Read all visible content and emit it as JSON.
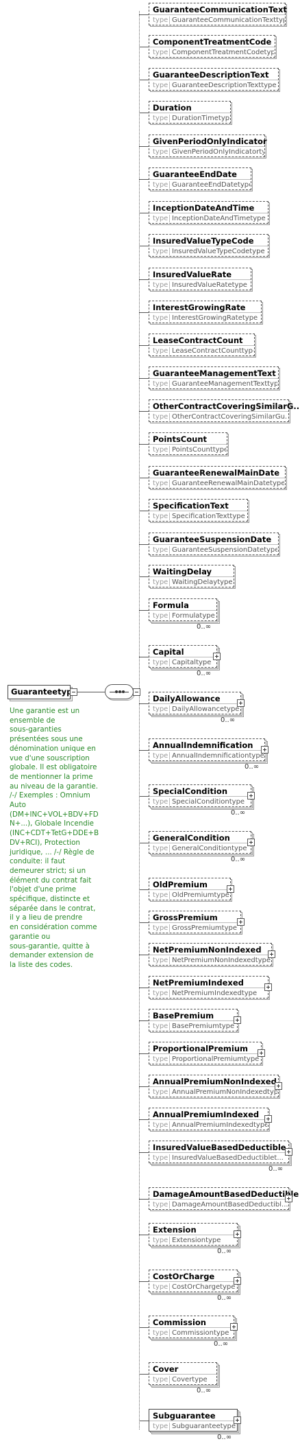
{
  "root": {
    "name": "Guaranteetype"
  },
  "documentation_lines": [
    "Une garantie est un",
    "ensemble de",
    "sous-garanties",
    "présentées sous une",
    "dénomination unique en",
    "vue d'une souscription",
    "globale. Il est obligatoire",
    "de mentionner la prime",
    "au niveau de la garantie.",
    "/-/ Exemples : Omnium",
    "Auto",
    "(DM+INC+VOL+BDV+FD",
    "N+...), Globale Incendie",
    "(INC+CDT+TetG+DDE+B",
    "DV+RCI), Protection",
    "juridique, ... /-/ Règle de",
    "conduite: il faut",
    "demeurer strict; si un",
    "élément du contrat fait",
    "l'objet d'une prime",
    "spécifique, distincte et",
    "séparée dans le contrat,",
    "il y a lieu de prendre",
    "en considération comme",
    "garantie ou",
    "sous-garantie, quitte à",
    "demander extension de",
    "la liste des codes."
  ],
  "type_label": "type",
  "elements": [
    {
      "name": "GuaranteeCommunicationText",
      "type": "GuaranteeCommunicationTexttype",
      "optional": true
    },
    {
      "name": "ComponentTreatmentCode",
      "type": "ComponentTreatmentCodetype",
      "optional": true
    },
    {
      "name": "GuaranteeDescriptionText",
      "type": "GuaranteeDescriptionTexttype",
      "optional": true
    },
    {
      "name": "Duration",
      "type": "DurationTimetype",
      "optional": true
    },
    {
      "name": "GivenPeriodOnlyIndicator",
      "type": "GivenPeriodOnlyIndicatortype",
      "optional": true
    },
    {
      "name": "GuaranteeEndDate",
      "type": "GuaranteeEndDatetype",
      "optional": true
    },
    {
      "name": "InceptionDateAndTime",
      "type": "InceptionDateAndTimetype",
      "optional": true
    },
    {
      "name": "InsuredValueTypeCode",
      "type": "InsuredValueTypeCodetype",
      "optional": true
    },
    {
      "name": "InsuredValueRate",
      "type": "InsuredValueRatetype",
      "optional": true
    },
    {
      "name": "InterestGrowingRate",
      "type": "InterestGrowingRatetype",
      "optional": true
    },
    {
      "name": "LeaseContractCount",
      "type": "LeaseContractCounttype",
      "optional": true
    },
    {
      "name": "GuaranteeManagementText",
      "type": "GuaranteeManagementTexttype",
      "optional": true
    },
    {
      "name": "OtherContractCoveringSimilarG...",
      "type": "OtherContractCoveringSimilarGu...",
      "optional": true
    },
    {
      "name": "PointsCount",
      "type": "PointsCounttype",
      "optional": true
    },
    {
      "name": "GuaranteeRenewalMainDate",
      "type": "GuaranteeRenewalMainDatetype",
      "optional": true
    },
    {
      "name": "SpecificationText",
      "type": "SpecificationTexttype",
      "optional": true
    },
    {
      "name": "GuaranteeSuspensionDate",
      "type": "GuaranteeSuspensionDatetype",
      "optional": true
    },
    {
      "name": "WaitingDelay",
      "type": "WaitingDelaytype",
      "optional": true
    },
    {
      "name": "Formula",
      "type": "Formulatype",
      "optional": true,
      "occurs": "0..∞"
    },
    {
      "name": "Capital",
      "type": "Capitaltype",
      "optional": true,
      "occurs": "0..∞",
      "expandable": true
    },
    {
      "name": "DailyAllowance",
      "type": "DailyAllowancetype",
      "optional": true,
      "occurs": "0..∞",
      "expandable": true
    },
    {
      "name": "AnnualIndemnification",
      "type": "AnnualIndemnificationtype",
      "optional": true,
      "occurs": "0..∞",
      "expandable": true
    },
    {
      "name": "SpecialCondition",
      "type": "SpecialConditiontype",
      "optional": true,
      "occurs": "0..∞",
      "expandable": true
    },
    {
      "name": "GeneralCondition",
      "type": "GeneralConditiontype",
      "optional": true,
      "occurs": "0..∞",
      "expandable": true
    },
    {
      "name": "OldPremium",
      "type": "OldPremiumtype",
      "optional": true,
      "expandable": true
    },
    {
      "name": "GrossPremium",
      "type": "GrossPremiumtype",
      "optional": true,
      "expandable": true
    },
    {
      "name": "NetPremiumNonIndexed",
      "type": "NetPremiumNonIndexedtype",
      "optional": true,
      "expandable": true
    },
    {
      "name": "NetPremiumIndexed",
      "type": "NetPremiumIndexedtype",
      "optional": true,
      "expandable": true
    },
    {
      "name": "BasePremium",
      "type": "BasePremiumtype",
      "optional": true,
      "expandable": true
    },
    {
      "name": "ProportionalPremium",
      "type": "ProportionalPremiumtype",
      "optional": true,
      "expandable": true
    },
    {
      "name": "AnnualPremiumNonIndexed",
      "type": "AnnualPremiumNonIndexedtype",
      "optional": true,
      "expandable": true
    },
    {
      "name": "AnnualPremiumIndexed",
      "type": "AnnualPremiumIndexedtype",
      "optional": true,
      "expandable": true
    },
    {
      "name": "InsuredValueBasedDeductible",
      "type": "InsuredValueBasedDeductiblet...",
      "optional": true,
      "occurs": "0..∞",
      "expandable": true
    },
    {
      "name": "DamageAmountBasedDeductible",
      "type": "DamageAmountBasedDeductibl...",
      "optional": true,
      "expandable": true
    },
    {
      "name": "Extension",
      "type": "Extensiontype",
      "optional": true,
      "occurs": "0..∞",
      "expandable": true
    },
    {
      "name": "CostOrCharge",
      "type": "CostOrChargetype",
      "optional": true,
      "occurs": "0..∞",
      "expandable": true
    },
    {
      "name": "Commission",
      "type": "Commissiontype",
      "optional": true,
      "occurs": "0..∞",
      "expandable": true
    },
    {
      "name": "Cover",
      "type": "Covertype",
      "optional": true,
      "occurs": "0..∞"
    },
    {
      "name": "Subguarantee",
      "type": "Subguaranteetype",
      "optional": false,
      "occurs": "0..∞",
      "expandable": true
    }
  ]
}
